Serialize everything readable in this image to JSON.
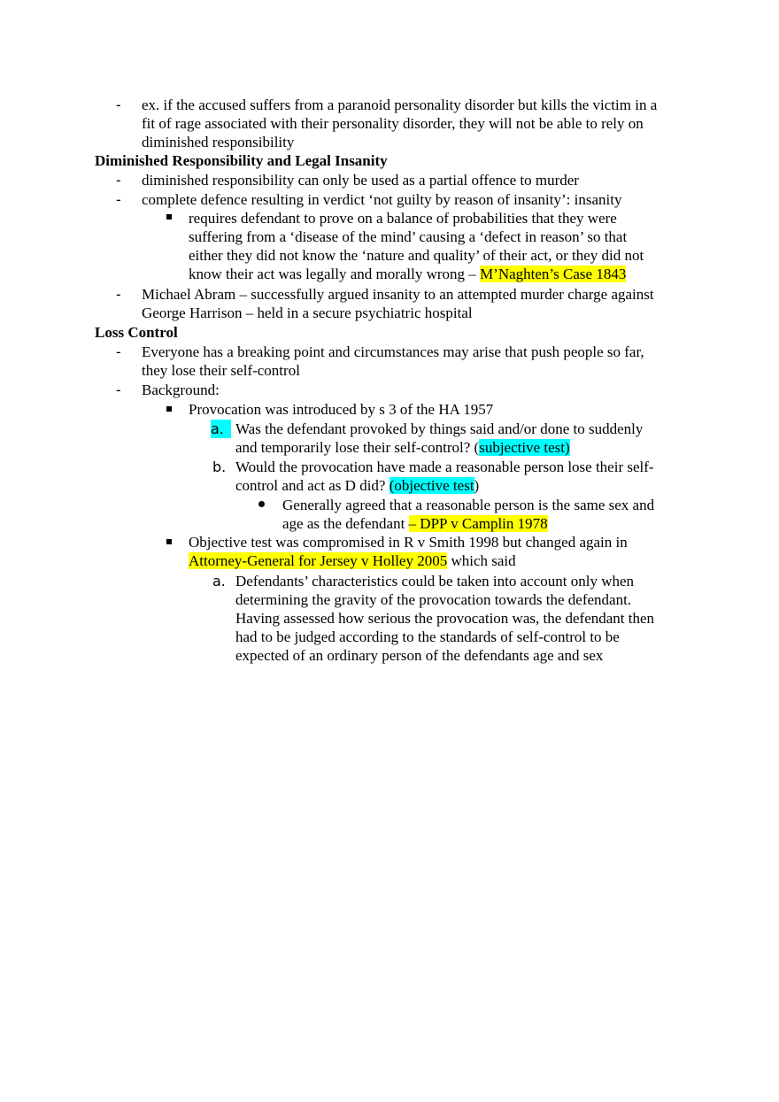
{
  "colors": {
    "highlight_yellow": "#ffff00",
    "highlight_cyan": "#00ffff"
  },
  "markers": {
    "dash": "-",
    "letter_a": "a.",
    "letter_b": "b."
  },
  "lines": {
    "l1": "ex. if the accused suffers from a paranoid personality disorder but kills the victim in a",
    "l2": "fit of rage associated with their personality disorder, they will not be able to rely on",
    "l3": "diminished responsibility",
    "h1": "Diminished Responsibility and Legal Insanity",
    "l5": "diminished responsibility can only be used as a partial offence to murder",
    "l6": "complete defence resulting in verdict ‘not guilty by reason of insanity’: insanity",
    "l7": "requires defendant to prove on a balance of probabilities that they were",
    "l8": "suffering from a ‘disease of the mind’ causing a ‘defect in reason’  so that",
    "l9": "either they did not know the ‘nature and quality’ of their act, or they did not",
    "l10a": "know their act was legally and morally wrong – ",
    "l10b": "M’Naghten’s Case 1843",
    "l11": "Michael Abram – successfully argued insanity to an attempted murder charge against",
    "l12": "George Harrison – held in a secure psychiatric hospital",
    "h2": "Loss Control",
    "l14": "Everyone has a breaking point and circumstances may arise that push people so far,",
    "l15": "they lose their self-control",
    "l16": "Background:",
    "l17": "Provocation was introduced by s 3 of the HA 1957",
    "l18": "Was the defendant provoked by things said and/or done to suddenly",
    "l19a": "and temporarily lose their self-control? (",
    "l19b": "subjective test)",
    "l20": "Would the provocation have made a reasonable person lose their self-",
    "l21a": "control and act as D did? ",
    "l21b": "(objective test",
    "l21c": ")",
    "l22": "Generally agreed that a reasonable person is the same sex and",
    "l23a": "age as the defendant ",
    "l23b": "– DPP v Camplin 1978",
    "l24": "Objective test was compromised in R v Smith 1998 but changed again in",
    "l25a": "Attorney-General for Jersey v Holley 2005",
    "l25b": " which said",
    "l26": "Defendants’ characteristics could be taken into account only when",
    "l27": "determining the gravity of the provocation towards the defendant.",
    "l28": "Having assessed how serious the provocation was, the defendant then",
    "l29": "had to be judged according to the standards of self-control to be",
    "l30": "expected of an ordinary person of the defendants age and sex"
  }
}
